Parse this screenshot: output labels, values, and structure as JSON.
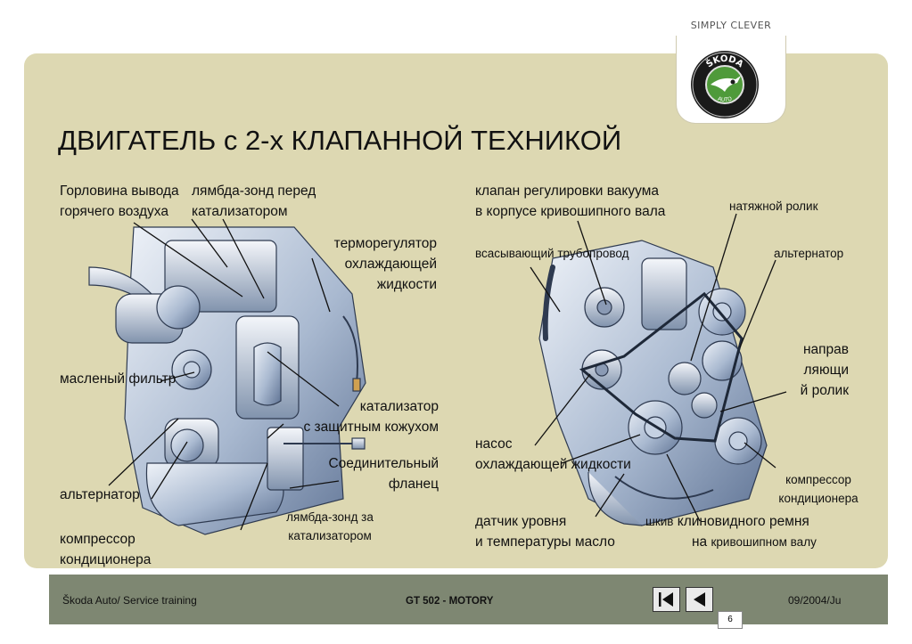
{
  "brand": {
    "tagline": "SIMPLY CLEVER",
    "logo_text": "ŠKODA",
    "logo_sub": "AUTO"
  },
  "title": "ДВИГАТЕЛЬ с 2-х КЛАПАННОЙ ТЕХНИКОЙ",
  "labels_left": {
    "hot_air_neck": [
      "Горловина вывода",
      "горячего воздуха"
    ],
    "lambda_before": [
      "лямбда-зонд перед",
      "катализатором"
    ],
    "thermostat": [
      "терморегулятор",
      "охлаждающей",
      "жидкости"
    ],
    "oil_filter": "масленый фильтр",
    "catalyst": [
      "катализатор",
      "с защитным кожухом"
    ],
    "flange": [
      "Соединительный",
      "фланец"
    ],
    "alternator": "альтернатор",
    "lambda_after": [
      "лямбда-зонд за",
      "катализатором"
    ],
    "ac_compressor": [
      "компрессор",
      "кондиционера"
    ]
  },
  "labels_right": {
    "vacuum_valve": [
      "клапан регулировки вакуума",
      "в корпусе кривошипного вала"
    ],
    "tensioner": "натяжной ролик",
    "intake": "всасывающий трубопровод",
    "alternator": "альтернатор",
    "guide_roller": [
      "направ",
      "ляющи",
      "й ролик"
    ],
    "water_pump": [
      "насос",
      "охлаждающей жидкости"
    ],
    "ac_compressor": [
      "компрессор",
      "кондиционера"
    ],
    "oil_sensor": [
      "датчик уровня",
      "и температуры масло"
    ],
    "pulley": {
      "line1_small": "шкив",
      "line1_big": "клиновидного ремня",
      "line2_big": "на",
      "line2_small": "кривошипном валу"
    }
  },
  "footer": {
    "left": "Škoda Auto/ Service training",
    "center": "GT 502 - MOTORY",
    "right": "09/2004/Ju",
    "page": "6"
  }
}
